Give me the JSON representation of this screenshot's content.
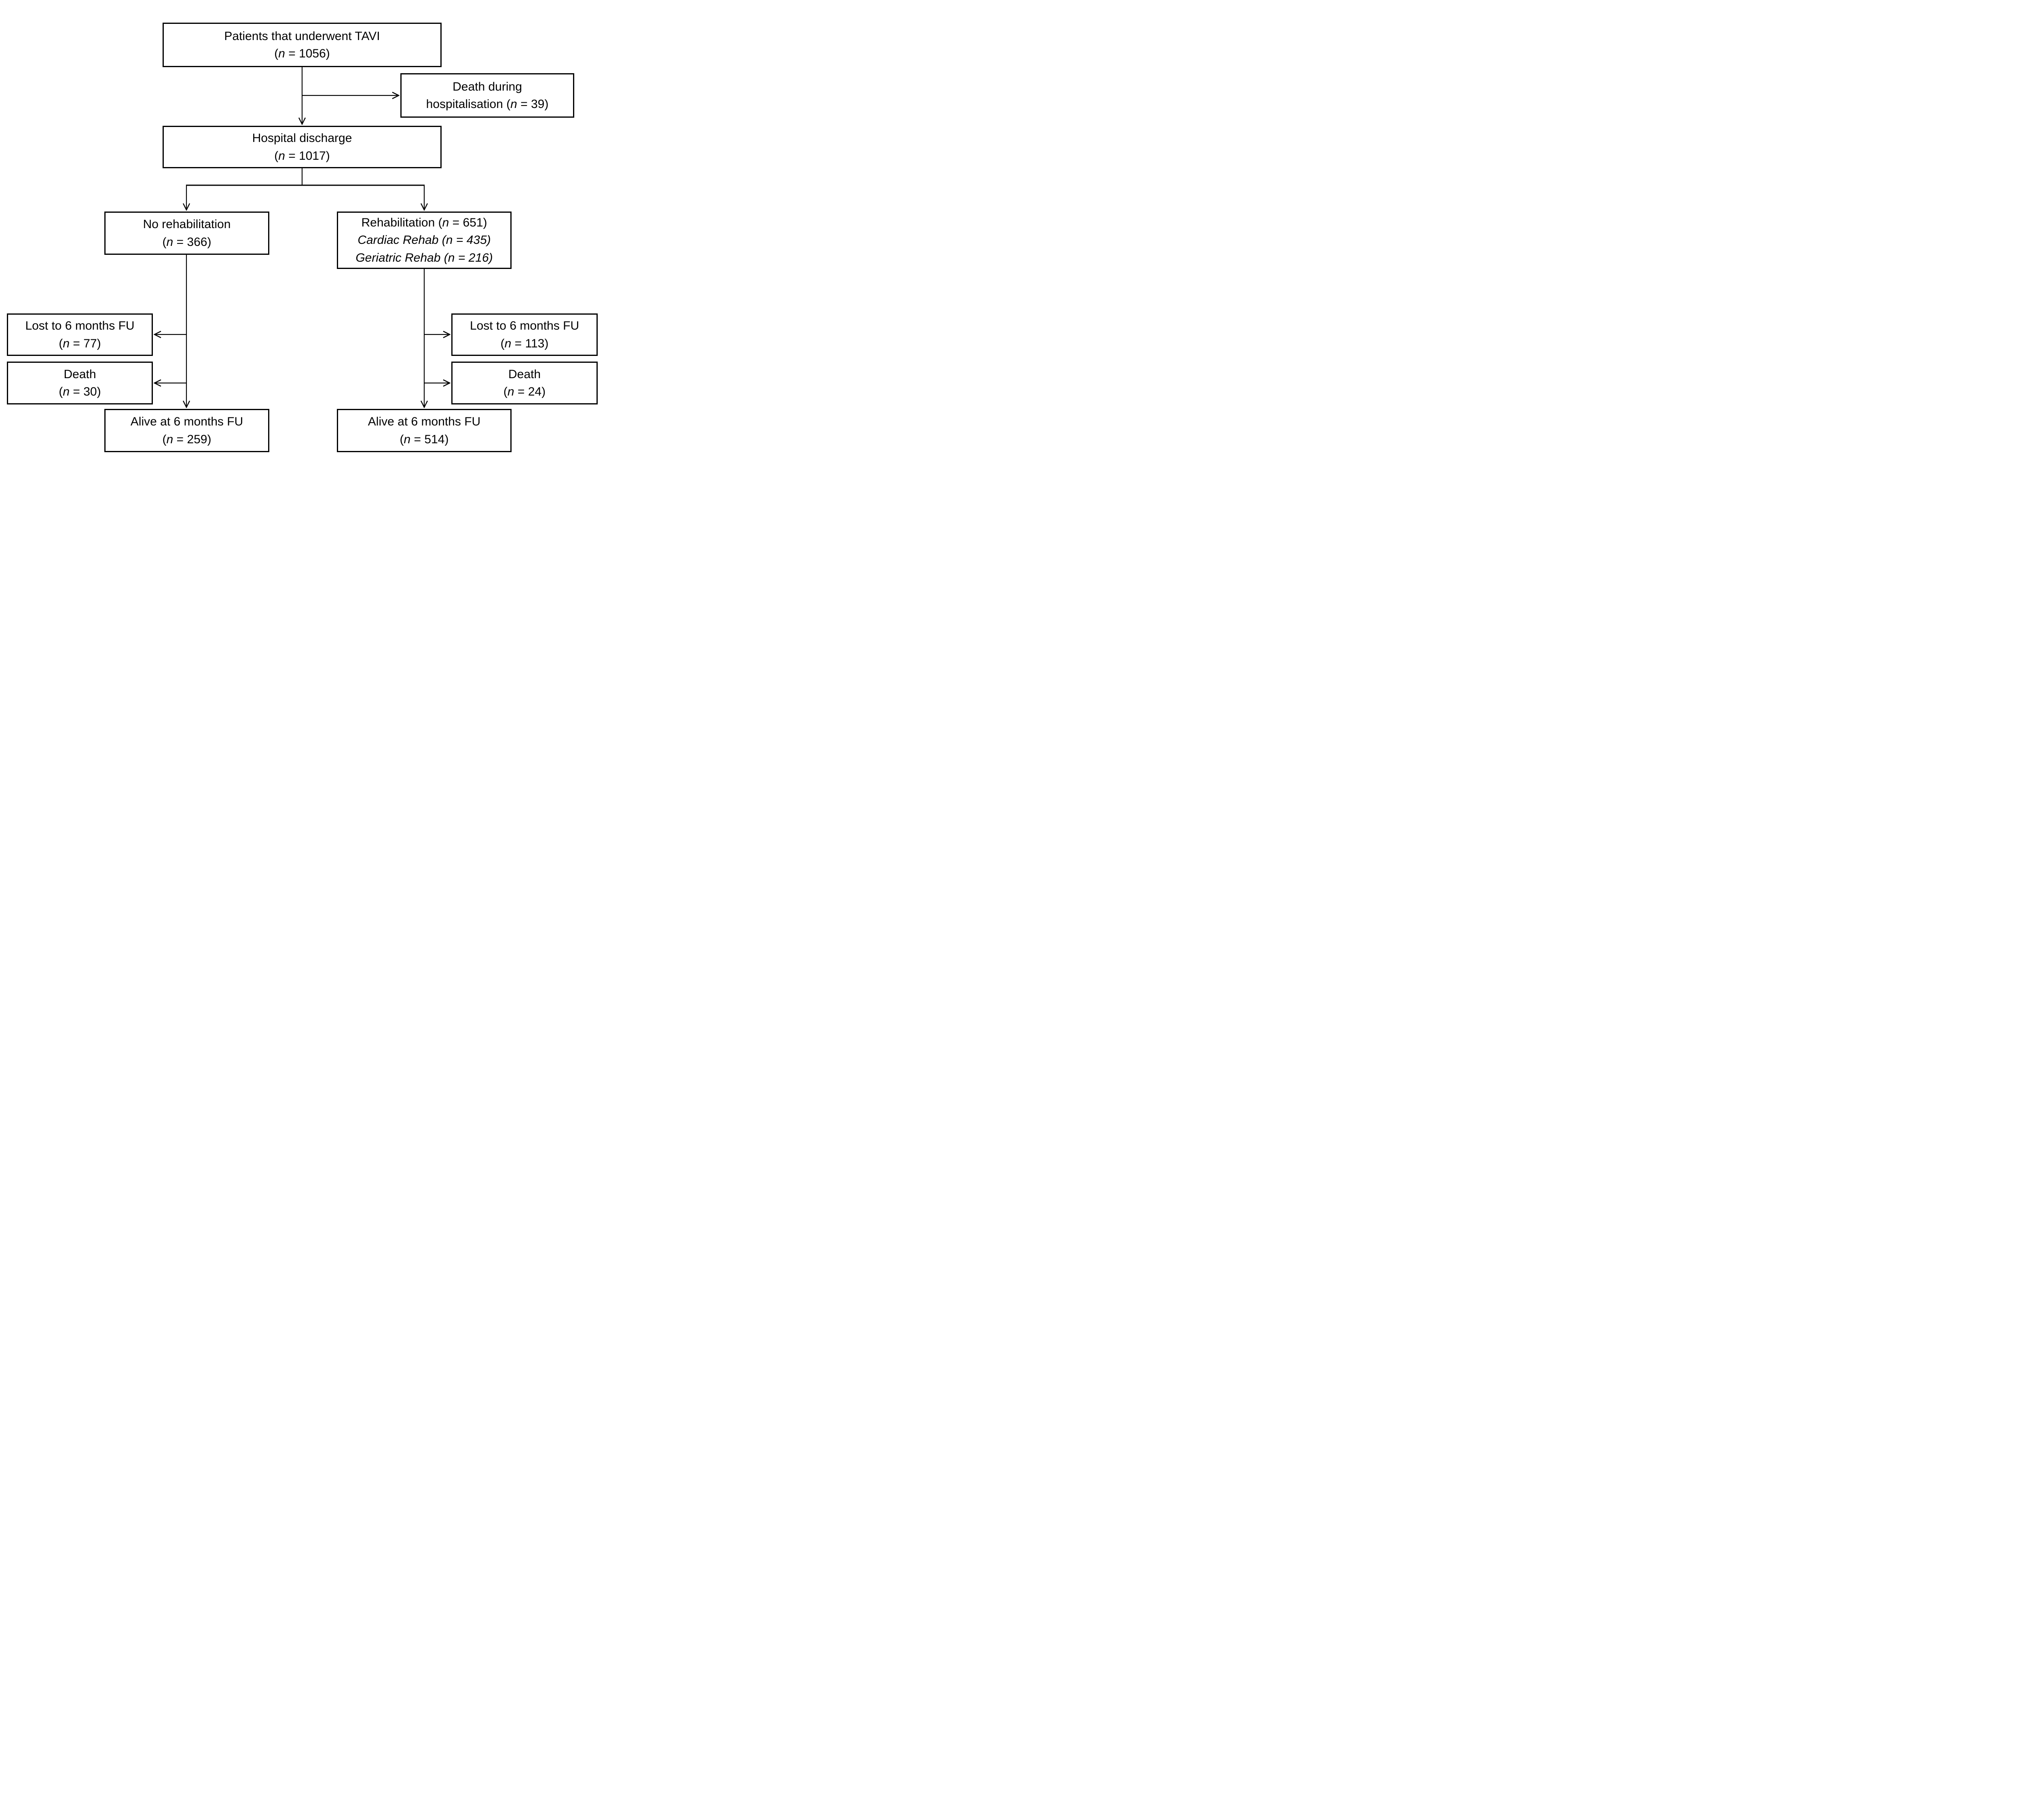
{
  "colors": {
    "background": "#ffffff",
    "line": "#000000",
    "text": "#000000"
  },
  "nodes": {
    "tavi": {
      "label": "Patients that underwent TAVI",
      "n": 1056,
      "paren_open": "(",
      "n_var": "n",
      "count_rest": " = 1056)"
    },
    "death_hosp": {
      "label": "Death during",
      "line2_pre": "hospitalisation ",
      "n": 39,
      "paren_open": "(",
      "n_var": "n",
      "count_rest": " = 39)"
    },
    "discharge": {
      "label": "Hospital discharge",
      "n": 1017,
      "paren_open": "(",
      "n_var": "n",
      "count_rest": " = 1017)"
    },
    "norehab": {
      "label": "No rehabilitation",
      "n": 366,
      "paren_open": "(",
      "n_var": "n",
      "count_rest": " = 366)"
    },
    "rehab": {
      "label_pre": "Rehabilitation ",
      "n": 651,
      "paren_open": "(",
      "n_var": "n",
      "count_rest": " = 651)",
      "sub1": "Cardiac Rehab (n = 435)",
      "sub2": "Geriatric Rehab (n = 216)"
    },
    "lost_left": {
      "label": "Lost to 6 months FU",
      "n": 77,
      "paren_open": "(",
      "n_var": "n",
      "count_rest": " = 77)"
    },
    "death_left": {
      "label": "Death",
      "n": 30,
      "paren_open": "(",
      "n_var": "n",
      "count_rest": " = 30)"
    },
    "alive_left": {
      "label": "Alive at 6 months FU",
      "n": 259,
      "paren_open": "(",
      "n_var": "n",
      "count_rest": " = 259)"
    },
    "lost_right": {
      "label": "Lost to 6 months FU",
      "n": 113,
      "paren_open": "(",
      "n_var": "n",
      "count_rest": " = 113)"
    },
    "death_right": {
      "label": "Death",
      "n": 24,
      "paren_open": "(",
      "n_var": "n",
      "count_rest": " = 24)"
    },
    "alive_right": {
      "label": "Alive at 6 months FU",
      "n": 514,
      "paren_open": "(",
      "n_var": "n",
      "count_rest": " = 514)"
    }
  },
  "edges": [
    {
      "from": "tavi",
      "to": "death_hosp"
    },
    {
      "from": "tavi",
      "to": "discharge"
    },
    {
      "from": "discharge",
      "to": "norehab"
    },
    {
      "from": "discharge",
      "to": "rehab"
    },
    {
      "from": "norehab",
      "to": "lost_left"
    },
    {
      "from": "norehab",
      "to": "death_left"
    },
    {
      "from": "norehab",
      "to": "alive_left"
    },
    {
      "from": "rehab",
      "to": "lost_right"
    },
    {
      "from": "rehab",
      "to": "death_right"
    },
    {
      "from": "rehab",
      "to": "alive_right"
    }
  ]
}
